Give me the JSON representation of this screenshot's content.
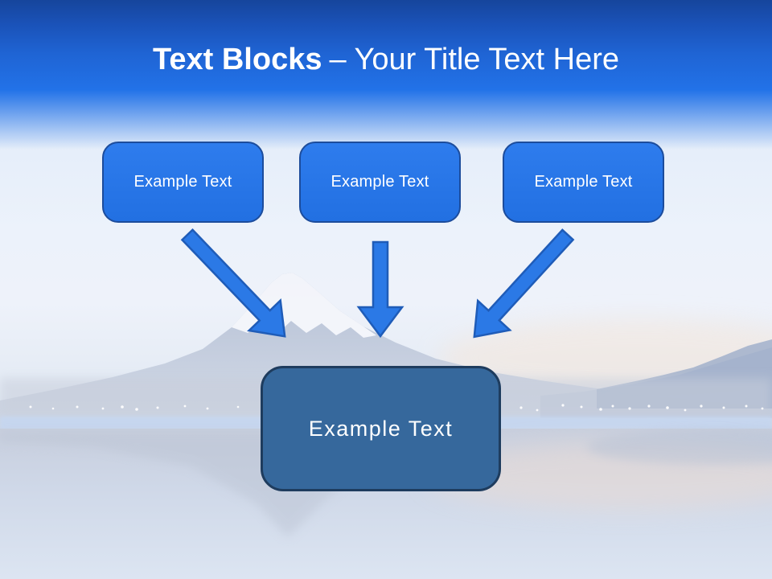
{
  "title": {
    "bold": "Text Blocks",
    "regular": "– Your Title Text Here"
  },
  "blocks": [
    {
      "label": "Example Text"
    },
    {
      "label": "Example Text"
    },
    {
      "label": "Example Text"
    }
  ],
  "result_block": {
    "label": "Example Text"
  },
  "arrows": [
    {
      "name": "arrow-down-right"
    },
    {
      "name": "arrow-down"
    },
    {
      "name": "arrow-down-left"
    }
  ],
  "colors": {
    "header_top": "#16459c",
    "header_blue": "#2272e8",
    "block_fill": "#2573e6",
    "block_border": "#1c4c9c",
    "result_fill": "#36689c",
    "result_border": "#1e3c5e",
    "arrow_fill": "#2b79e6",
    "arrow_stroke": "#1f5cb8",
    "title_text": "#ffffff",
    "block_text": "#ffffff"
  }
}
